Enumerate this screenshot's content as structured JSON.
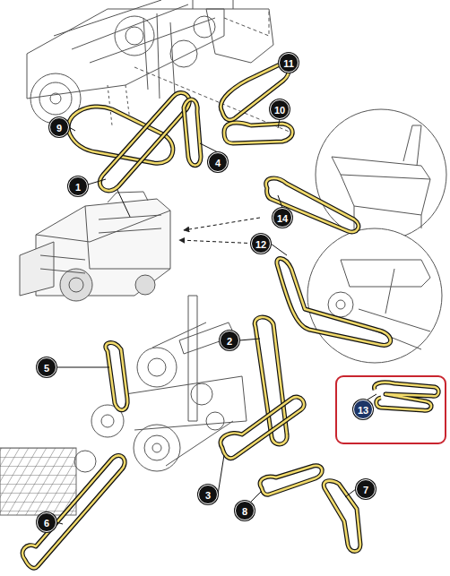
{
  "diagram": {
    "labels": [
      "11",
      "10",
      "9",
      "4",
      "1",
      "14",
      "12",
      "5",
      "2",
      "13",
      "3",
      "8",
      "7",
      "6"
    ]
  }
}
